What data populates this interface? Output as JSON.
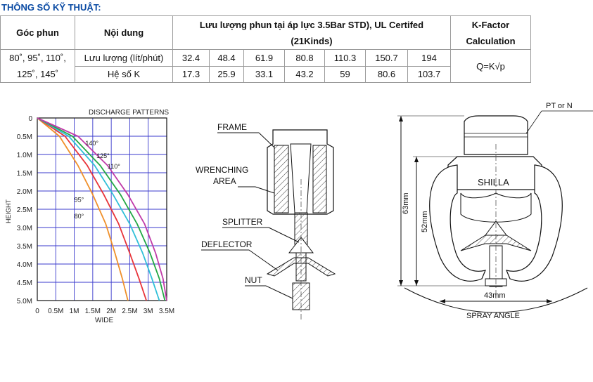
{
  "heading": "THÔNG SỐ KỸ THUẬT:",
  "table": {
    "col_angle": "Góc phun",
    "col_content": "Nội dung",
    "col_flow_line1": "Lưu lượng phun tại áp lực 3.5Bar STD), UL Certifed",
    "col_flow_line2": "(21Kinds)",
    "col_k_line1": "K-Factor",
    "col_k_line2": "Calculation",
    "angles_line1": "80˚, 95˚, 110˚,",
    "angles_line2": "125˚, 145˚",
    "row_flow_label": "Lưu lượng (lít/phút)",
    "row_k_label": "Hệ số K",
    "flow_values": [
      "32.4",
      "48.4",
      "61.9",
      "80.8",
      "110.3",
      "150.7",
      "194"
    ],
    "k_values": [
      "17.3",
      "25.9",
      "33.1",
      "43.2",
      "59",
      "80.6",
      "103.7"
    ],
    "formula": "Q=K√p"
  },
  "chart_data": {
    "type": "line",
    "title": "DISCHARGE PATTERNS",
    "xlabel": "WIDE",
    "ylabel": "HEIGHT",
    "x_ticks": [
      "0",
      "0.5M",
      "1M",
      "1.5M",
      "2M",
      "2.5M",
      "3M",
      "3.5M"
    ],
    "y_ticks": [
      "0",
      "0.5M",
      "1.0M",
      "1.5M",
      "2.0M",
      "2.5M",
      "3.0M",
      "3.5M",
      "4.0M",
      "4.5M",
      "5.0M"
    ],
    "xlim": [
      0,
      3.5
    ],
    "ylim": [
      0,
      5.0
    ],
    "y_inverted": true,
    "grid": true,
    "series": [
      {
        "name": "80°",
        "color": "#f0902a",
        "x": [
          0,
          0.6,
          1.1,
          1.5,
          1.85,
          2.1,
          2.3,
          2.45
        ],
        "y": [
          0,
          0.5,
          1.3,
          2.1,
          2.9,
          3.7,
          4.4,
          5.0
        ]
      },
      {
        "name": "95°",
        "color": "#e8343a",
        "x": [
          0,
          0.75,
          1.35,
          1.8,
          2.2,
          2.5,
          2.75,
          2.95
        ],
        "y": [
          0,
          0.5,
          1.3,
          2.1,
          2.9,
          3.7,
          4.4,
          5.0
        ]
      },
      {
        "name": "110°",
        "color": "#30c0d8",
        "x": [
          0,
          0.85,
          1.55,
          2.05,
          2.5,
          2.85,
          3.1,
          3.3
        ],
        "y": [
          0,
          0.5,
          1.3,
          2.1,
          2.9,
          3.7,
          4.4,
          5.0
        ]
      },
      {
        "name": "125°",
        "color": "#22a845",
        "x": [
          0,
          0.95,
          1.7,
          2.25,
          2.7,
          3.05,
          3.3,
          3.45
        ],
        "y": [
          0,
          0.5,
          1.3,
          2.1,
          2.9,
          3.7,
          4.4,
          5.0
        ]
      },
      {
        "name": "140°",
        "color": "#c03aa8",
        "x": [
          0,
          1.1,
          1.9,
          2.45,
          2.9,
          3.2,
          3.4,
          3.5
        ],
        "y": [
          0,
          0.5,
          1.3,
          2.1,
          2.9,
          3.7,
          4.4,
          5.0
        ]
      }
    ]
  },
  "cross_section": {
    "frame": "FRAME",
    "wrenching_line1": "WRENCHING",
    "wrenching_line2": "AREA",
    "splitter": "SPLITTER",
    "deflector": "DEFLECTOR",
    "nut": "NUT"
  },
  "front_view": {
    "brand": "SHILLA",
    "pt": "PT or N",
    "height_63": "63mm",
    "height_52": "52mm",
    "width_43": "43mm",
    "spray_angle": "SPRAY ANGLE"
  }
}
